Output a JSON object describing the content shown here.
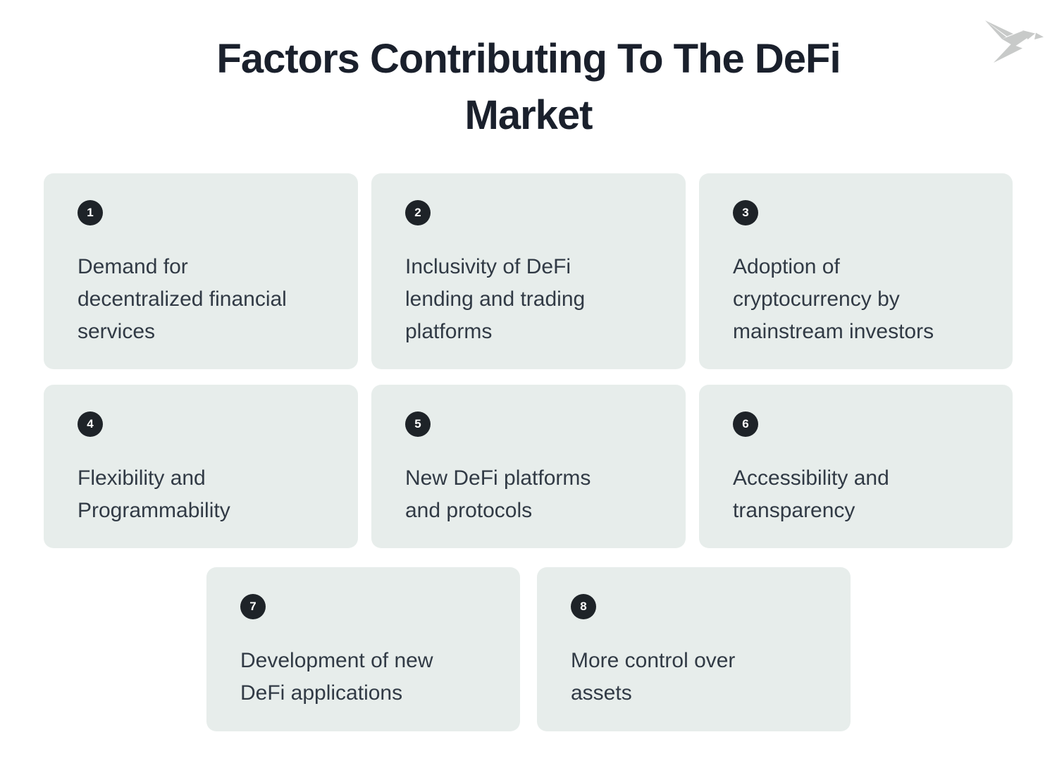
{
  "title": {
    "line1": "Factors Contributing To The DeFi",
    "line2": "Market"
  },
  "logo": {
    "name": "origami-bird-logo",
    "color": "#c8cac9"
  },
  "colors": {
    "page_bg": "#ffffff",
    "card_bg": "#e7edeb",
    "badge_bg": "#1e2328",
    "badge_text": "#ffffff",
    "title_text": "#1a202c",
    "body_text": "#313a45"
  },
  "cards": [
    {
      "number": "1",
      "lines": [
        "Demand for",
        "decentralized financial",
        "services"
      ]
    },
    {
      "number": "2",
      "lines": [
        "Inclusivity of DeFi",
        "lending and trading",
        "platforms"
      ]
    },
    {
      "number": "3",
      "lines": [
        "Adoption of",
        "cryptocurrency by",
        "mainstream investors"
      ]
    },
    {
      "number": "4",
      "lines": [
        "Flexibility and",
        "Programmability"
      ]
    },
    {
      "number": "5",
      "lines": [
        "New DeFi platforms",
        "and protocols"
      ]
    },
    {
      "number": "6",
      "lines": [
        "Accessibility and",
        "transparency"
      ]
    },
    {
      "number": "7",
      "lines": [
        "Development of new",
        "DeFi applications"
      ]
    },
    {
      "number": "8",
      "lines": [
        "More control over",
        "assets"
      ]
    }
  ]
}
